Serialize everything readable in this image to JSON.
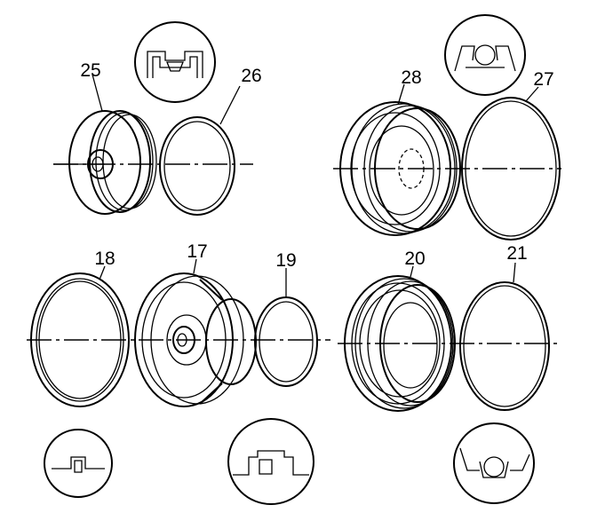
{
  "diagram": {
    "parts": [
      {
        "id": "25",
        "label": "25"
      },
      {
        "id": "26",
        "label": "26"
      },
      {
        "id": "28",
        "label": "28"
      },
      {
        "id": "27",
        "label": "27"
      },
      {
        "id": "18",
        "label": "18"
      },
      {
        "id": "17",
        "label": "17"
      },
      {
        "id": "19",
        "label": "19"
      },
      {
        "id": "20",
        "label": "20"
      },
      {
        "id": "21",
        "label": "21"
      }
    ]
  }
}
